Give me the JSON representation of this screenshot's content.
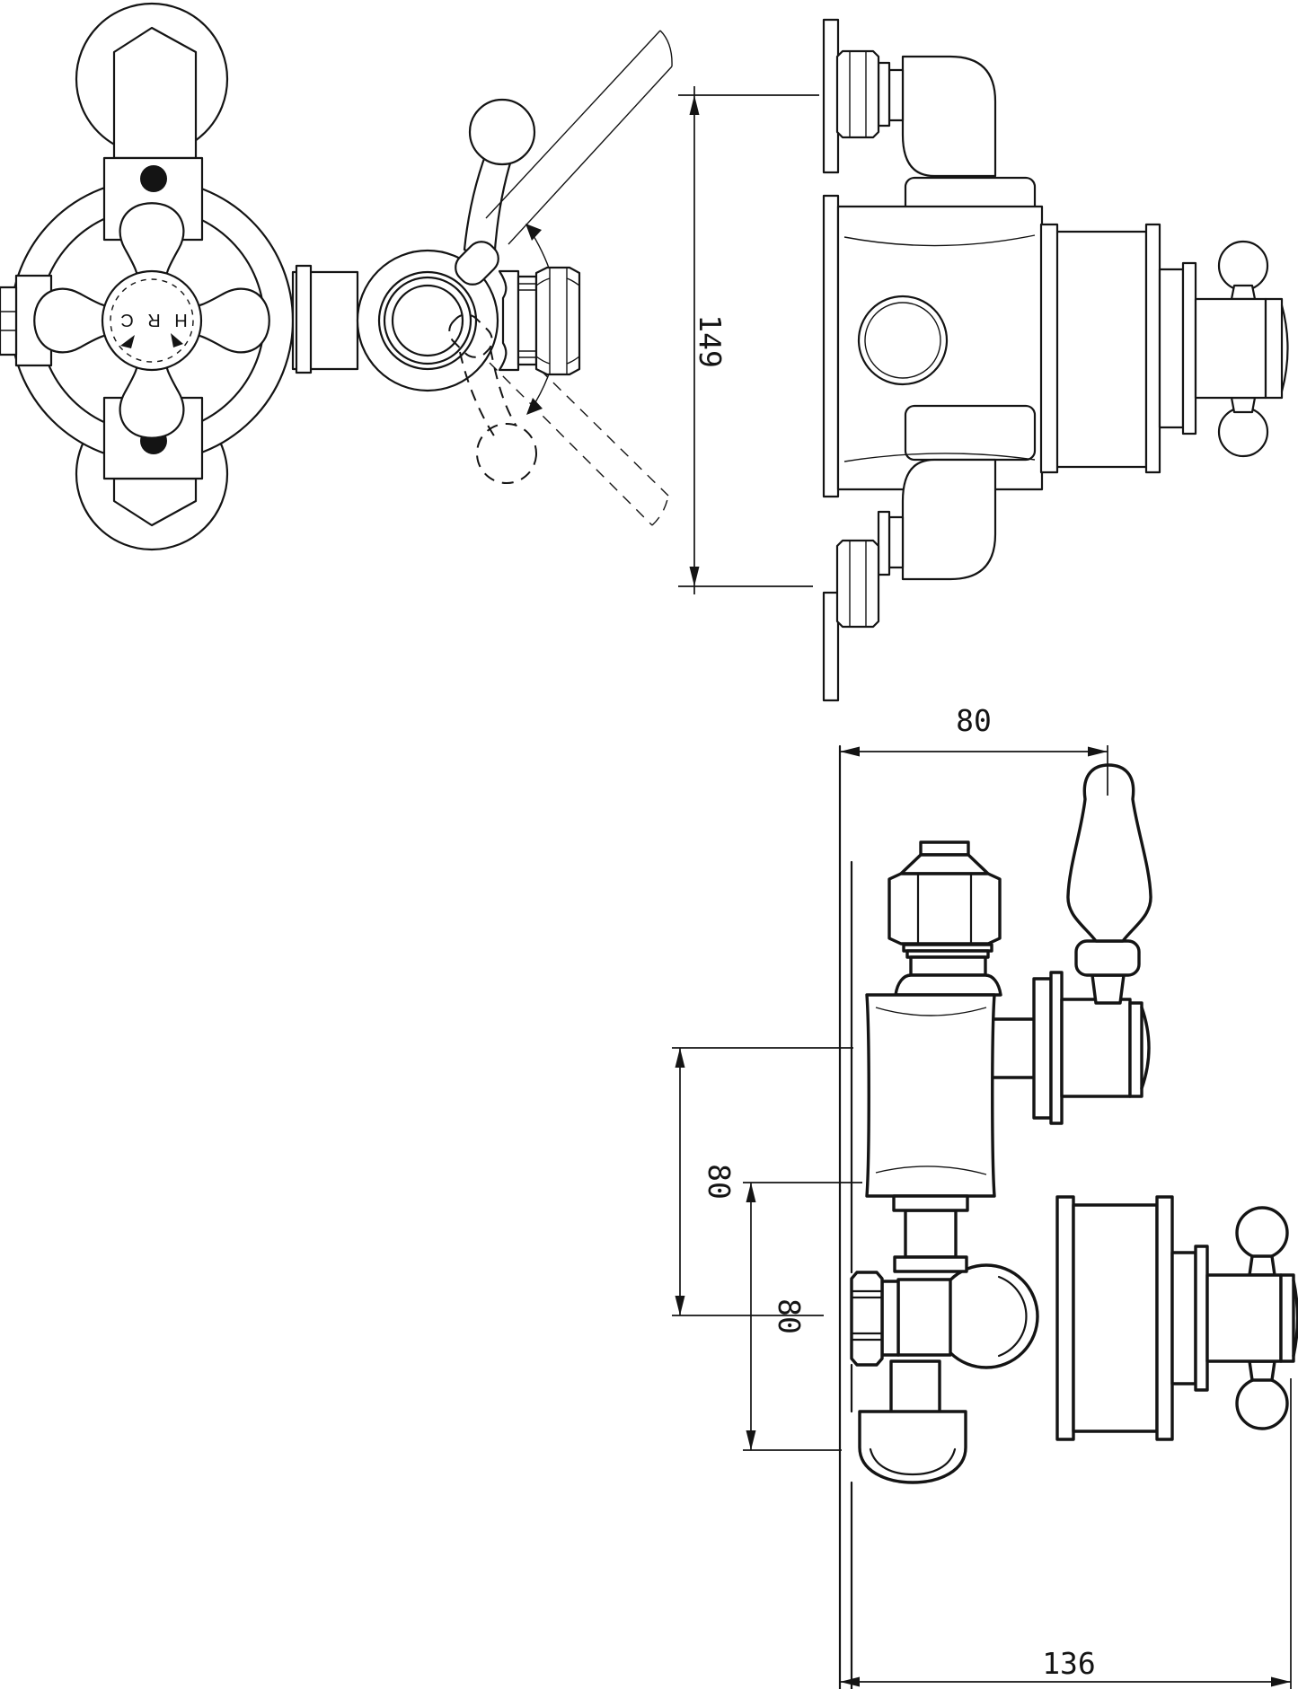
{
  "drawing": {
    "type": "technical-drawing",
    "subject": "traditional twin thermostatic shower valve, three orthographic views",
    "background_color": "#ffffff",
    "line_color": "#141414"
  },
  "views": {
    "front_view": {
      "hub_label": "H R C"
    },
    "side_view": {
      "height_dim": "149"
    },
    "elevation_view": {
      "top_width_dim": "80",
      "upper_port_spacing_dim": "80",
      "lower_port_spacing_dim": "80",
      "overall_depth_dim": "136"
    }
  }
}
